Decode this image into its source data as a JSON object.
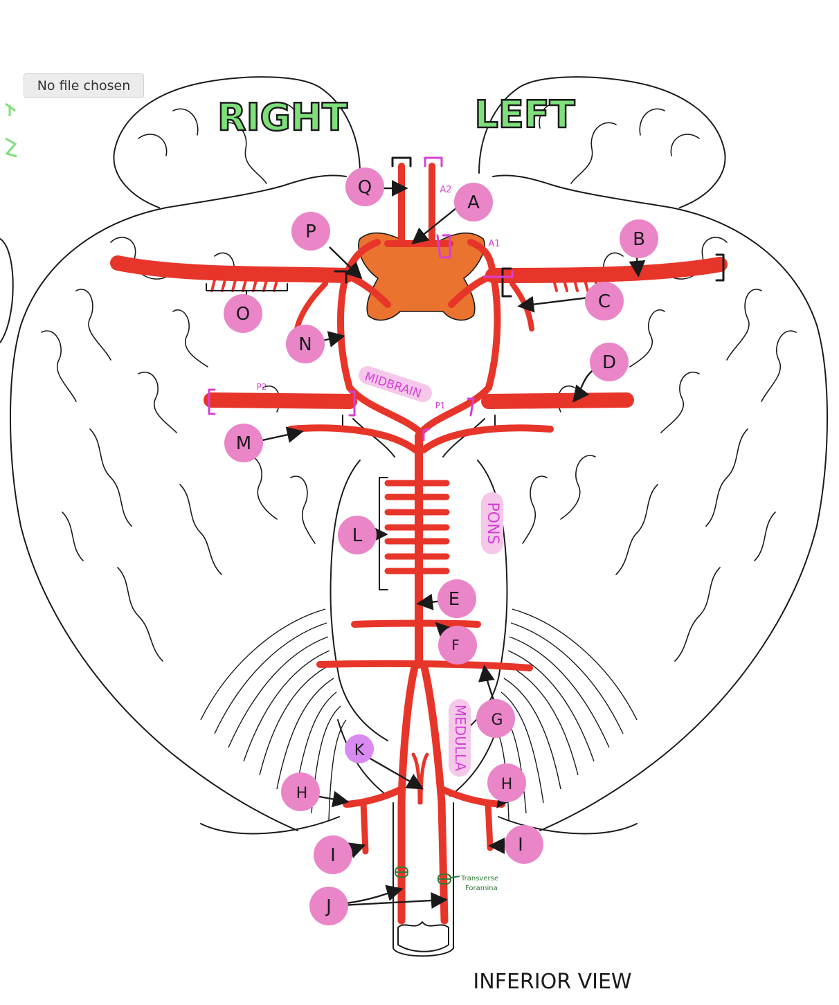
{
  "file_input": {
    "label": "No file chosen"
  },
  "headings": {
    "right": "RIGHT",
    "left": "LEFT"
  },
  "region_labels": {
    "midbrain": "MIDBRAIN",
    "pons": "PONS",
    "medulla": "MEDULLA",
    "a2": "A2",
    "a1": "A1",
    "p1": "P1",
    "p2": "P2",
    "transverse_foramina": [
      "Transverse",
      "Foramina"
    ],
    "inferior_view": "INFERIOR VIEW"
  },
  "markers": [
    "Q",
    "A",
    "P",
    "B",
    "O",
    "C",
    "N",
    "D",
    "M",
    "L",
    "E",
    "F",
    "G",
    "K",
    "H",
    "H",
    "I",
    "I",
    "J"
  ],
  "colors": {
    "artery": "#e8352a",
    "marker": "#ea85c8",
    "marker_k": "#d98af0",
    "heading": "#7ee07a",
    "heading_outline": "#1a1a1a",
    "chiasm": "#e9732f",
    "region_tag": "#f5c8ea",
    "bracket_magenta": "#d63fd6",
    "foramina": "#2f7a3a"
  }
}
